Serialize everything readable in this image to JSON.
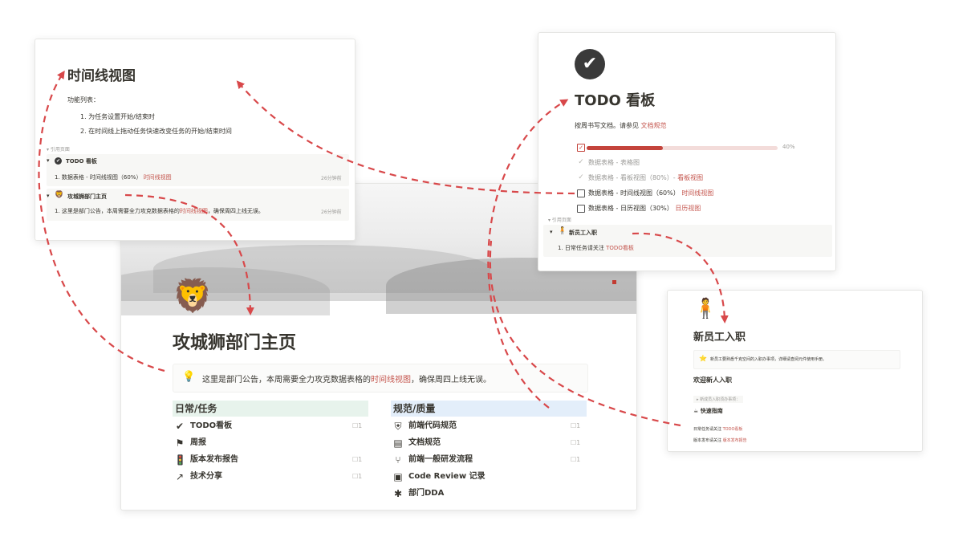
{
  "main": {
    "emoji": "🦁",
    "title": "攻城狮部门主页",
    "callout_icon": "💡",
    "callout_prefix": "这里是部门公告，本周需要全力攻克数据表格的",
    "callout_link": "时间线视图",
    "callout_suffix": "，确保周四上线无误。",
    "col1": {
      "heading": "日常/任务",
      "heading_bg": "#e7f3ec",
      "items": [
        {
          "icon": "check-circle-icon",
          "glyph": "✔",
          "label": "TODO看板",
          "count": "1"
        },
        {
          "icon": "flag-icon",
          "glyph": "⚑",
          "label": "周报",
          "count": ""
        },
        {
          "icon": "traffic-light-icon",
          "glyph": "🚦",
          "label": "版本发布报告",
          "count": "1"
        },
        {
          "icon": "share-icon",
          "glyph": "↗",
          "label": "技术分享",
          "count": "1"
        }
      ]
    },
    "col2": {
      "heading": "规范/质量",
      "heading_bg": "#e3eefa",
      "items": [
        {
          "icon": "html5-icon",
          "glyph": "⛨",
          "label": "前端代码规范",
          "count": "1"
        },
        {
          "icon": "document-icon",
          "glyph": "▤",
          "label": "文档规范",
          "count": "1"
        },
        {
          "icon": "branch-icon",
          "glyph": "⑂",
          "label": "前端一般研发流程",
          "count": "1"
        },
        {
          "icon": "monitor-icon",
          "glyph": "▣",
          "label": "Code Review 记录",
          "count": ""
        },
        {
          "icon": "bug-icon",
          "glyph": "✱",
          "label": "部门DDA",
          "count": ""
        }
      ]
    }
  },
  "timeline": {
    "title": "时间线视图",
    "intro": "功能列表：",
    "list": [
      "1. 为任务设置开始/结束时",
      "2. 在时间线上拖动任务快速改变任务的开始/结束时间"
    ],
    "backlinks_label": "引用页面",
    "refs": [
      {
        "icon": "check-circle-icon",
        "title": "TODO 看板",
        "line_prefix": "1. 数据表格 - 时间线视图（60%）",
        "line_link": "时间线视图",
        "line_suffix": "",
        "time": "26分钟前"
      },
      {
        "icon": "lion-icon",
        "title": "攻城狮部门主页",
        "line_prefix": "1. 这里是部门公告，本周需要全力攻克数据表格的",
        "line_link": "时间线视图",
        "line_suffix": "，确保周四上线无误。",
        "time": "26分钟前"
      }
    ]
  },
  "todo": {
    "title": "TODO 看板",
    "note_prefix": "按周书写文档。请参见",
    "note_link": "文档规范",
    "progress_percent": 40,
    "progress_label": "40%",
    "progress_color": "#c4443c",
    "items": [
      {
        "done": true,
        "text": "数据表格 - 表格图",
        "link": ""
      },
      {
        "done": true,
        "text": "数据表格 - 看板视图（80%）- ",
        "link": "看板视图"
      },
      {
        "done": false,
        "text": "数据表格 - 时间线视图（60%）",
        "link": "时间线视图"
      },
      {
        "done": false,
        "text": "数据表格 - 日历视图（30%）",
        "link": "日历视图"
      }
    ],
    "backlinks_label": "引用页面",
    "ref_title": "新员工入职",
    "ref_line_prefix": "1. 日常任务请关注",
    "ref_line_link": "TODO看板"
  },
  "onboard": {
    "title": "新员工入职",
    "callout": "新员工要熟悉千克空间的入职办事项，详细请查阅元件使用手册。",
    "section": "欢迎新人入职",
    "toggle": "▸ 新成员入职须办事项：",
    "guide": "快速指南",
    "line1_prefix": "日常任务请关注",
    "line1_link": "TODO看板",
    "line2_prefix": "版本发布请关注",
    "line2_link": "版本发布报告"
  },
  "colors": {
    "accent_red": "#c4443c",
    "arrow_red": "#d8484a",
    "link": "#c4554d"
  }
}
